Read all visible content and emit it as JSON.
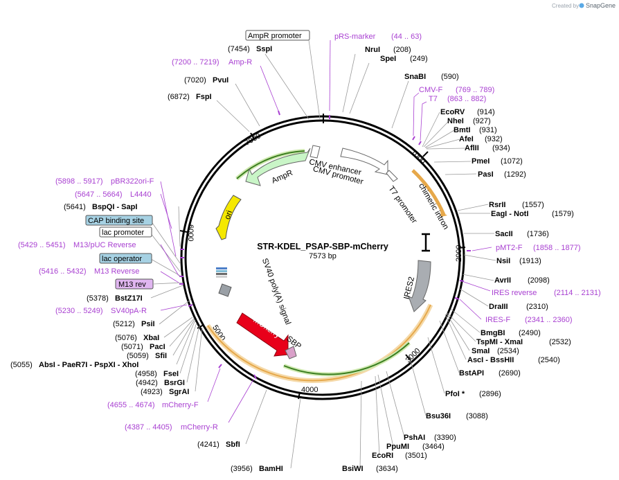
{
  "credit": {
    "text": "Created by",
    "brand": "SnapGene"
  },
  "plasmid": {
    "name": "STR-KDEL_PSAP-SBP-mCherry",
    "length": "7573 bp"
  },
  "ring_ticks": [
    "1000",
    "2000",
    "3000",
    "4000",
    "5000",
    "6000",
    "7000"
  ],
  "features": {
    "ampr_promoter": "AmpR promoter",
    "ampr": "AmpR",
    "cmv_enhancer": "CMV enhancer",
    "cmv_promoter": "CMV promoter",
    "t7_promoter": "T7 promoter",
    "chimeric_intron": "chimeric intron",
    "ori": "ori",
    "ires2": "IRES2",
    "sv40_polya": "SV40 poly(A) signal",
    "mcherry": "mCherry",
    "sbp": "SBP",
    "cap_binding_site": "CAP binding site",
    "lac_promoter": "lac promoter",
    "lac_operator": "lac operator",
    "m13_rev": "M13 rev"
  },
  "primers": {
    "prs_marker": {
      "name": "pRS-marker",
      "range": "(44 .. 63)"
    },
    "amp_r": {
      "name": "Amp-R",
      "range": "(7200 .. 7219)"
    },
    "cmv_f": {
      "name": "CMV-F",
      "range": "(769 .. 789)"
    },
    "t7": {
      "name": "T7",
      "range": "(863 .. 882)"
    },
    "pbr322ori_f": {
      "name": "pBR322ori-F",
      "range": "(5898 .. 5917)"
    },
    "l4440": {
      "name": "L4440",
      "range": "(5647 .. 5664)"
    },
    "m13_puc_reverse": {
      "name": "M13/pUC Reverse",
      "range": "(5429 .. 5451)"
    },
    "m13_reverse": {
      "name": "M13 Reverse",
      "range": "(5416 .. 5432)"
    },
    "sv40pa_r": {
      "name": "SV40pA-R",
      "range": "(5230 .. 5249)"
    },
    "mcherry_f": {
      "name": "mCherry-F",
      "range": "(4655 .. 4674)"
    },
    "mcherry_r": {
      "name": "mCherry-R",
      "range": "(4387 .. 4405)"
    },
    "pmt2_f": {
      "name": "pMT2-F",
      "range": "(1858 .. 1877)"
    },
    "ires_reverse": {
      "name": "IRES reverse",
      "range": "(2114 .. 2131)"
    },
    "ires_f": {
      "name": "IRES-F",
      "range": "(2341 .. 2360)"
    }
  },
  "sites": {
    "sspi": {
      "name": "SspI",
      "pos": "(7454)"
    },
    "pvui": {
      "name": "PvuI",
      "pos": "(7020)"
    },
    "fspi": {
      "name": "FspI",
      "pos": "(6872)"
    },
    "nrui": {
      "name": "NruI",
      "pos": "(208)"
    },
    "spei": {
      "name": "SpeI",
      "pos": "(249)"
    },
    "snabi": {
      "name": "SnaBI",
      "pos": "(590)"
    },
    "ecorv": {
      "name": "EcoRV",
      "pos": "(914)"
    },
    "nhei": {
      "name": "NheI",
      "pos": "(927)"
    },
    "bmti": {
      "name": "BmtI",
      "pos": "(931)"
    },
    "afei": {
      "name": "AfeI",
      "pos": "(932)"
    },
    "aflii": {
      "name": "AflII",
      "pos": "(934)"
    },
    "pmei": {
      "name": "PmeI",
      "pos": "(1072)"
    },
    "pasi": {
      "name": "PasI",
      "pos": "(1292)"
    },
    "rsrii": {
      "name": "RsrII",
      "pos": "(1557)"
    },
    "eagi_noti": {
      "name": "EagI - NotI",
      "pos": "(1579)"
    },
    "saci": {
      "name": "SacII",
      "pos": "(1736)"
    },
    "nsii": {
      "name": "NsiI",
      "pos": "(1913)"
    },
    "avrii": {
      "name": "AvrII",
      "pos": "(2098)"
    },
    "draiii": {
      "name": "DraIII",
      "pos": "(2310)"
    },
    "bmgbi": {
      "name": "BmgBI",
      "pos": "(2490)"
    },
    "tspmi_xmai": {
      "name": "TspMI - XmaI",
      "pos": "(2532)"
    },
    "smai": {
      "name": "SmaI",
      "pos": "(2534)"
    },
    "asci_bsshii": {
      "name": "AscI - BssHII",
      "pos": "(2540)"
    },
    "bstapi": {
      "name": "BstAPI",
      "pos": "(2690)"
    },
    "pfoi": {
      "name": "PfoI *",
      "pos": "(2896)"
    },
    "bsu36i": {
      "name": "Bsu36I",
      "pos": "(3088)"
    },
    "pshai": {
      "name": "PshAI",
      "pos": "(3390)"
    },
    "ppumi": {
      "name": "PpuMI",
      "pos": "(3464)"
    },
    "ecori": {
      "name": "EcoRI",
      "pos": "(3501)"
    },
    "bsiwi": {
      "name": "BsiWI",
      "pos": "(3634)"
    },
    "bamhi": {
      "name": "BamHI",
      "pos": "(3956)"
    },
    "sbfi": {
      "name": "SbfI",
      "pos": "(4241)"
    },
    "bsaqi_sapi": {
      "name": "BspQI - SapI",
      "pos": "(5641)"
    },
    "bstz17i": {
      "name": "BstZ17I",
      "pos": "(5378)"
    },
    "psii": {
      "name": "PsiI",
      "pos": "(5212)"
    },
    "xbai": {
      "name": "XbaI",
      "pos": "(5076)"
    },
    "paci": {
      "name": "PacI",
      "pos": "(5071)"
    },
    "sfii": {
      "name": "SfiI",
      "pos": "(5059)"
    },
    "absi_group": {
      "name": "AbsI - PaeR7I - PspXI - XhoI",
      "pos": "(5055)"
    },
    "fsei": {
      "name": "FseI",
      "pos": "(4958)"
    },
    "bsrgi": {
      "name": "BsrGI",
      "pos": "(4942)"
    },
    "sgrai": {
      "name": "SgrAI",
      "pos": "(4923)"
    }
  }
}
